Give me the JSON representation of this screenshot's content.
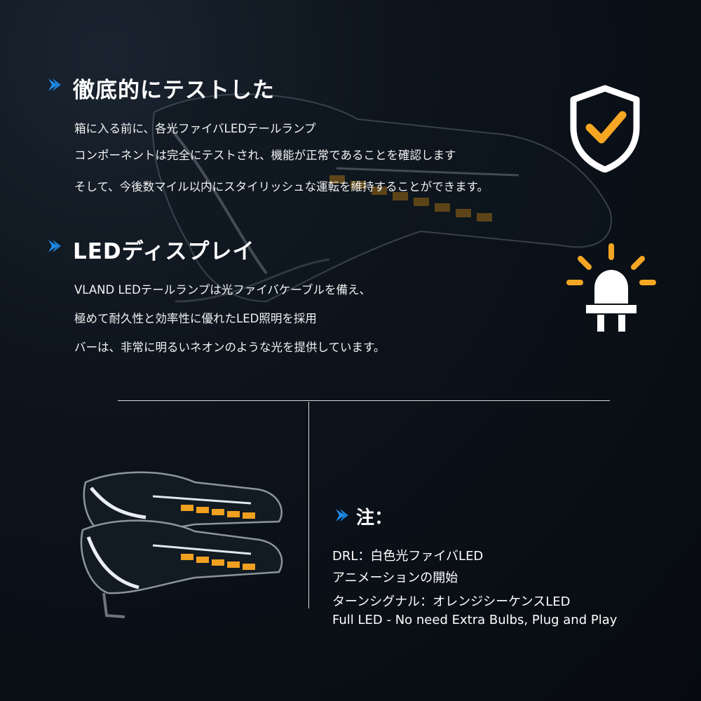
{
  "colors": {
    "accent_blue": "#1e8ff0",
    "accent_orange": "#f5a623",
    "text": "#ffffff"
  },
  "section1": {
    "arrow_icon": "chevron-right-icon",
    "heading": "徹底的にテストした",
    "lines": [
      "箱に入る前に、各光ファイバLEDテールランプ",
      "コンポーネントは完全にテストされ、機能が正常であることを確認します",
      "そして、今後数マイル以内にスタイリッシュな運転を維持することができます。"
    ],
    "badge_icon": "shield-check-icon"
  },
  "section2": {
    "arrow_icon": "chevron-right-icon",
    "heading": "LEDディスプレイ",
    "lines": [
      "VLAND LEDテールランプは光ファイバケーブルを備え、",
      "極めて耐久性と効率性に優れたLED照明を採用",
      "バーは、非常に明るいネオンのような光を提供しています。"
    ],
    "badge_icon": "led-bulb-icon"
  },
  "note": {
    "arrow_icon": "chevron-right-icon",
    "title": "注：",
    "lines": [
      "DRL：白色光ファイバLED",
      "アニメーションの開始",
      "ターンシグナル：オレンジシーケンスLED",
      "Full LED - No need Extra Bulbs, Plug and Play"
    ]
  },
  "product_image": "headlight-pair"
}
